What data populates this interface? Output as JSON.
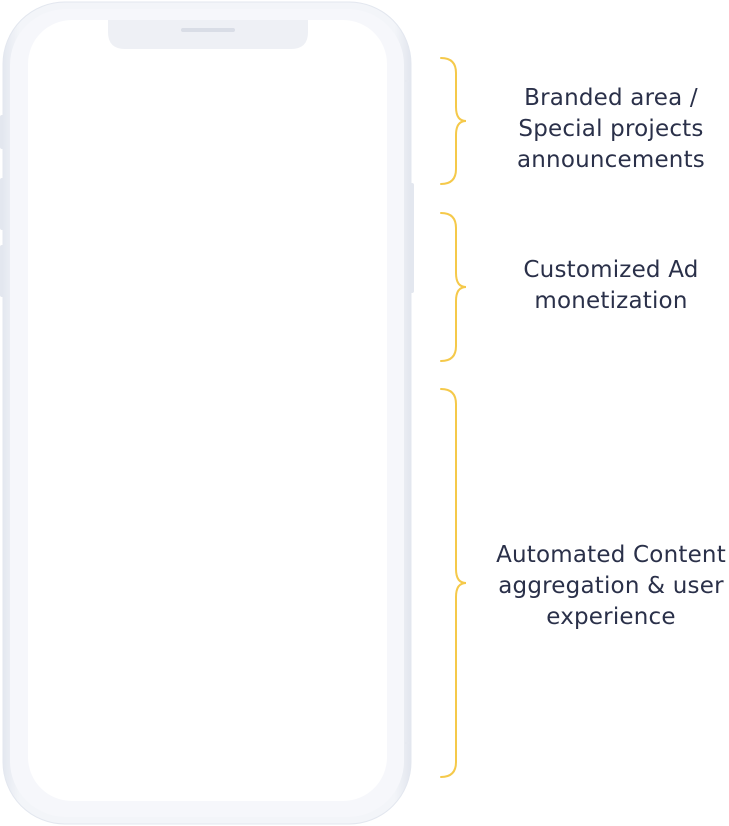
{
  "annotations": [
    {
      "id": "branded",
      "lines": [
        "Branded area /",
        "Special projects",
        "announcements"
      ],
      "bracket_color": "#f5c94a"
    },
    {
      "id": "ad",
      "lines": [
        "Customized Ad",
        "monetization"
      ],
      "bracket_color": "#f5c94a"
    },
    {
      "id": "content",
      "lines": [
        "Automated Content",
        "aggregation & user",
        "experience"
      ],
      "bracket_color": "#f5c94a"
    }
  ],
  "text_color": "#2a3049",
  "phone": {
    "frame_color": "#f1f3f8",
    "screen_color": "#ffffff"
  }
}
